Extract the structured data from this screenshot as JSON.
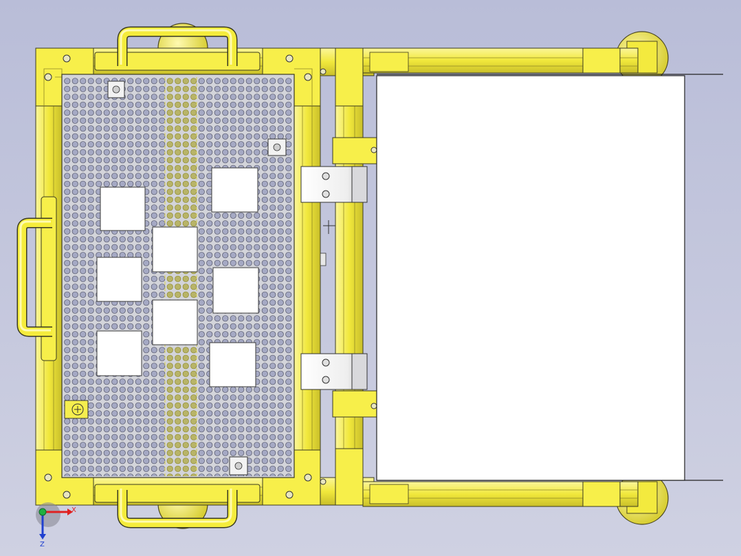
{
  "viewport": {
    "background_top": "#b9bdd8",
    "background_bottom": "#cfd1e2"
  },
  "colors": {
    "frame_yellow": "#f5ee4e",
    "frame_shadow": "#c9bf2a",
    "outline": "#3a3a20",
    "panel_gray": "#c8c8cc",
    "hole_fill": "#a5a9c4",
    "cutout_white": "#ffffff",
    "bracket_white": "#f2f2f2"
  },
  "model": {
    "icons": [
      "perforated-plate-icon",
      "handle-icon",
      "caster-wheel-icon",
      "clamp-bracket-icon",
      "screw-icon"
    ],
    "cutouts_count": 9
  },
  "triad": {
    "x_label": "X",
    "z_label": "Z",
    "x_color": "#e02020",
    "z_color": "#2040d0",
    "origin_color": "#20b040"
  }
}
